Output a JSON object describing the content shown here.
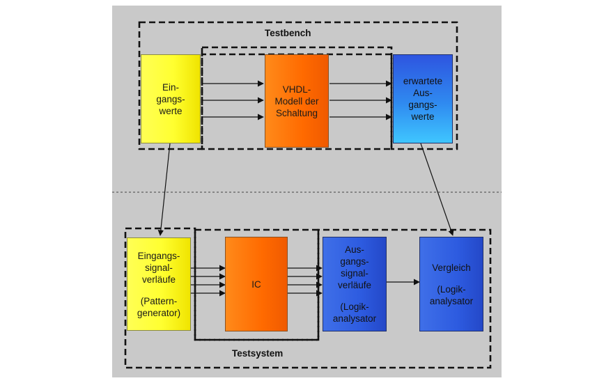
{
  "diagram": {
    "testbench_label": "Testbench",
    "testsystem_label": "Testsystem",
    "boxes": {
      "eingangswerte": {
        "lines": [
          "Ein-",
          "gangs-",
          "werte"
        ]
      },
      "vhdl_modell": {
        "lines": [
          "VHDL-",
          "Modell der",
          "Schaltung"
        ]
      },
      "erwartete": {
        "lines": [
          "erwartete",
          "Aus-",
          "gangs-",
          "werte"
        ]
      },
      "eingangssignal": {
        "lines": [
          "Eingangs-",
          "signal-",
          "verläufe"
        ],
        "lines2": [
          "(Pattern-",
          "generator)"
        ]
      },
      "ic": {
        "lines": [
          "IC"
        ]
      },
      "ausgangssignal": {
        "lines": [
          "Aus-",
          "gangs-",
          "signal-",
          "verläufe"
        ],
        "lines2": [
          "(Logik-",
          "analysator"
        ]
      },
      "vergleich": {
        "lines": [
          "Vergleich"
        ],
        "lines2": [
          "(Logik-",
          "analysator"
        ]
      }
    },
    "colors": {
      "background": "#c9c9c9",
      "yellow": "#ffff40",
      "orange": "#ff6a00",
      "blue": "#2d5be0",
      "light_blue": "#3fc6ff"
    }
  }
}
